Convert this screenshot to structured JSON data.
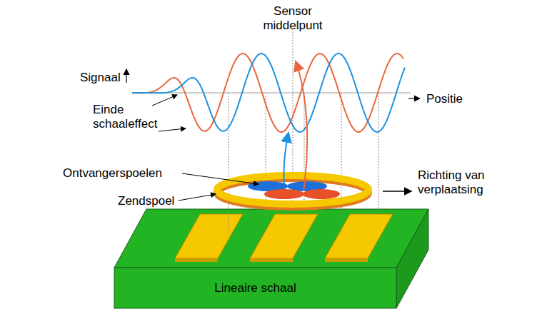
{
  "diagram": {
    "nodes": [
      {
        "text": [
          "Lineaire schaal"
        ]
      }
    ],
    "labels": [
      "Sensor middelpunt",
      "Signaal",
      "Positie",
      "Einde schaaleffect",
      "Ontvangerspoelen",
      "Zendspoel",
      "Richting van verplaatsing"
    ]
  }
}
